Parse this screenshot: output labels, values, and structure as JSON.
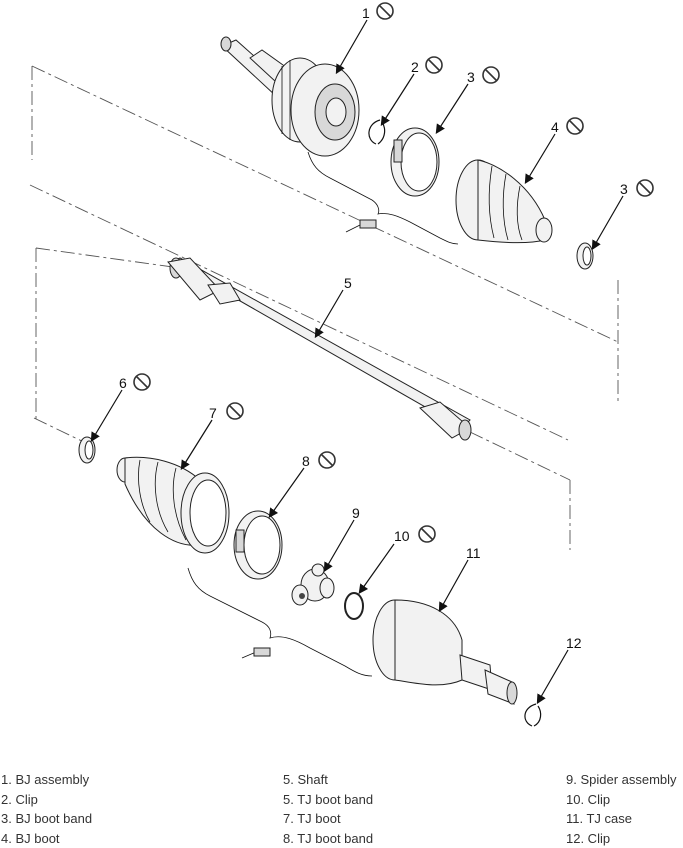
{
  "callouts": {
    "c1": "1",
    "c2": "2",
    "c3a": "3",
    "c4": "4",
    "c3b": "3",
    "c5": "5",
    "c6": "6",
    "c7": "7",
    "c8": "8",
    "c9": "9",
    "c10": "10",
    "c11": "11",
    "c12": "12"
  },
  "legend": {
    "col1": [
      "1. BJ assembly",
      "2. Clip",
      "3. BJ boot band",
      "4. BJ boot"
    ],
    "col2": [
      "5. Shaft",
      "5. TJ boot band",
      "7. TJ boot",
      "8. TJ boot band"
    ],
    "col3": [
      "9. Spider assembly",
      "10. Clip",
      "11. TJ case",
      "12. Clip"
    ]
  },
  "icons": {
    "no_reuse": "prohibition-icon",
    "grease": "grease-tube-icon"
  }
}
